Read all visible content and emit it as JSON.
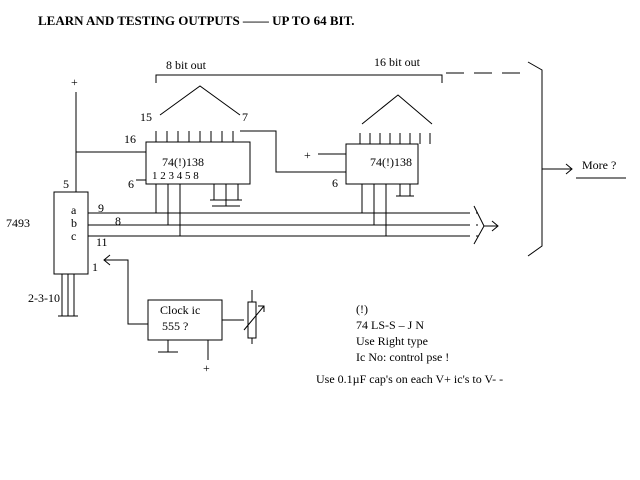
{
  "title": "LEARN AND TESTING OUTPUTS  ——  UP  TO  64 BIT.",
  "labels": {
    "bit8": "8  bit out",
    "bit16": "16  bit out",
    "plus_top": "+",
    "plus_mid": "+",
    "plus_bottom": "+",
    "more": "More  ?",
    "chip_7493": "7493",
    "pin_a": "a",
    "pin_b": "b",
    "pin_c": "c",
    "pin5": "5",
    "pin9": "9",
    "pin8": "8",
    "pin11": "11",
    "pin1": "1",
    "pins_2310": "2-3-10",
    "pin16": "16",
    "pin6_left": "6",
    "pin6_right": "6",
    "pin15": "15",
    "pin7": "7",
    "chip1": "74(!)138",
    "chip1_pins": "1  2  3      4   5    8",
    "chip2": "74(!)138",
    "clock_line1": "Clock  ic",
    "clock_line2": "555 ?"
  },
  "notes": {
    "line1": "(!)",
    "line2": "74 LS-S  –  J N",
    "line3": "Use Right type",
    "line4": "Ic  No: control pse !",
    "line5": "Use 0.1µF cap's on each V+ ic's to V-  -"
  }
}
